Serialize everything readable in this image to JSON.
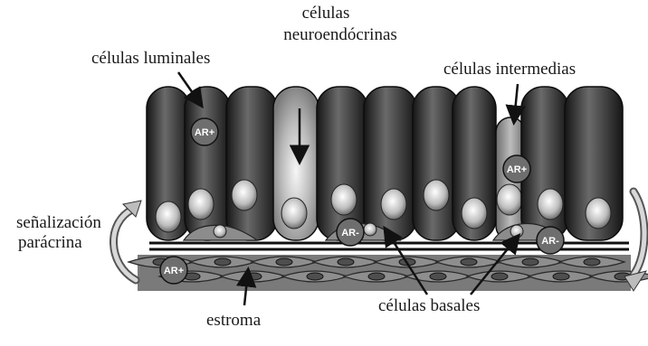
{
  "labels": {
    "neuro_line1": "células",
    "neuro_line2": "neuroendócrinas",
    "luminal": "células luminales",
    "intermediate": "células intermedias",
    "signal_line1": "señalización",
    "signal_line2": "parácrina",
    "stroma": "estroma",
    "basal": "células basales"
  },
  "badges": {
    "luminal_ar": "AR+",
    "intermediate_ar": "AR+",
    "basal_ar_left": "AR-",
    "basal_ar_right": "AR-",
    "stroma_ar": "AR+"
  }
}
